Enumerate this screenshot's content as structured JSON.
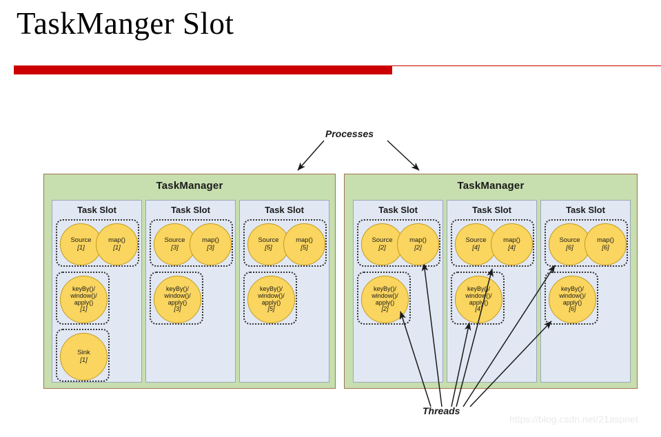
{
  "slide": {
    "title": "TaskManger Slot",
    "accent_color": "#CC0000"
  },
  "watermark": "https://blog.csdn.net/21aspnet",
  "annotations": {
    "processes": "Processes",
    "threads": "Threads"
  },
  "colors": {
    "taskmanager_fill": "#C7DEAF",
    "taskmanager_border": "#A0714A",
    "slot_fill": "#E1E8F3",
    "slot_border": "#9BA6B8",
    "circle_fill": "#FAD55F",
    "circle_border": "#C49B1D",
    "group_border": "#333333",
    "arrow_color": "#1a1a1a"
  },
  "taskmanagers": [
    {
      "title": "TaskManager",
      "slots": [
        {
          "title": "Task Slot",
          "operators": [
            {
              "kind": "pair",
              "left_label": "Source",
              "left_index": "[1]",
              "right_label": "map()",
              "right_index": "[1]"
            },
            {
              "kind": "single",
              "label": "keyBy()/\nwindow()/\napply()",
              "lines": [
                "keyBy()/",
                "window()/",
                "apply()"
              ],
              "index": "[1]"
            },
            {
              "kind": "single",
              "lines": [
                "Sink"
              ],
              "index": "[1]"
            }
          ]
        },
        {
          "title": "Task Slot",
          "operators": [
            {
              "kind": "pair",
              "left_label": "Source",
              "left_index": "[3]",
              "right_label": "map()",
              "right_index": "[3]"
            },
            {
              "kind": "single",
              "lines": [
                "keyBy()/",
                "window()/",
                "apply()"
              ],
              "index": "[3]"
            }
          ]
        },
        {
          "title": "Task Slot",
          "operators": [
            {
              "kind": "pair",
              "left_label": "Source",
              "left_index": "[5]",
              "right_label": "map()",
              "right_index": "[5]"
            },
            {
              "kind": "single",
              "lines": [
                "keyBy()/",
                "window()/",
                "apply()"
              ],
              "index": "[5]"
            }
          ]
        }
      ]
    },
    {
      "title": "TaskManager",
      "slots": [
        {
          "title": "Task Slot",
          "operators": [
            {
              "kind": "pair",
              "left_label": "Source",
              "left_index": "[2]",
              "right_label": "map()",
              "right_index": "[2]"
            },
            {
              "kind": "single",
              "lines": [
                "keyBy()/",
                "window()/",
                "apply()"
              ],
              "index": "[2]"
            }
          ]
        },
        {
          "title": "Task Slot",
          "operators": [
            {
              "kind": "pair",
              "left_label": "Source",
              "left_index": "[4]",
              "right_label": "map()",
              "right_index": "[4]"
            },
            {
              "kind": "single",
              "lines": [
                "keyBy()/",
                "window()/",
                "apply()"
              ],
              "index": "[4]"
            }
          ]
        },
        {
          "title": "Task Slot",
          "operators": [
            {
              "kind": "pair",
              "left_label": "Source",
              "left_index": "[6]",
              "right_label": "map()",
              "right_index": "[6]"
            },
            {
              "kind": "single",
              "lines": [
                "keyBy()/",
                "window()/",
                "apply()"
              ],
              "index": "[6]"
            }
          ]
        }
      ]
    }
  ]
}
